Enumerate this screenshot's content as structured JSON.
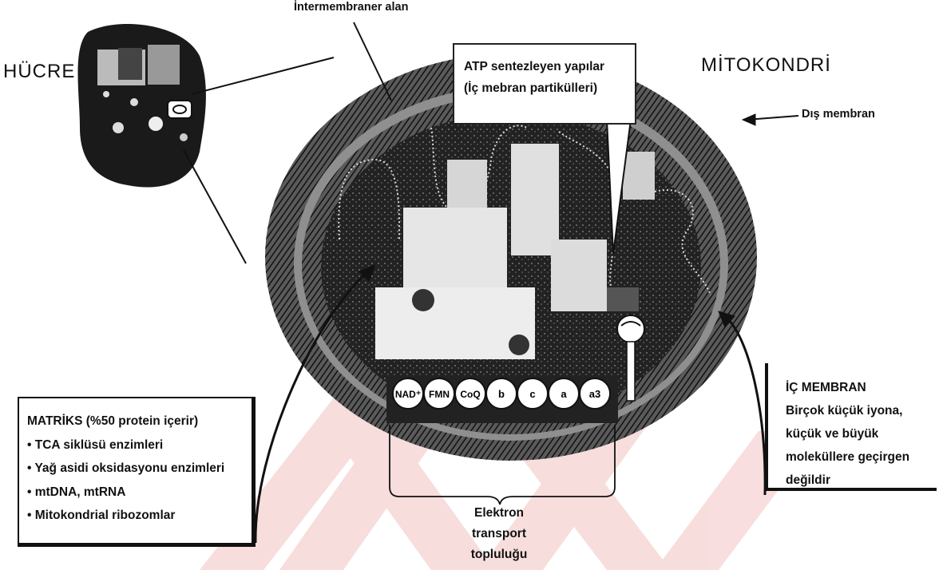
{
  "labels": {
    "intermembrane": "İntermembraner alan",
    "cell": "HÜCRE",
    "mito": "MİTOKONDRİ",
    "outer_membrane": "Dış membran",
    "atp_line1": "ATP sentezleyen yapılar",
    "atp_line2": "(İç mebran partikülleri)",
    "electron_transport": [
      "Elektron",
      "transport",
      "topluluğu"
    ]
  },
  "matrix": {
    "title": "MATRİKS (%50 protein içerir)",
    "items": [
      "• TCA siklüsü enzimleri",
      "• Yağ asidi oksidasyonu enzimleri",
      "• mtDNA, mtRNA",
      "• Mitokondrial ribozomlar"
    ]
  },
  "inner_membrane": {
    "title": "İÇ MEMBRAN",
    "lines": [
      "Birçok küçük iyona,",
      "küçük ve büyük",
      "moleküllere geçirgen",
      "değildir"
    ]
  },
  "etc_carriers": [
    "NAD⁺",
    "FMN",
    "CoQ",
    "b",
    "c",
    "a",
    "a3"
  ],
  "colors": {
    "watermark": "#f4c8c8",
    "membrane": "#2a2a2a",
    "matrix_dark": "#1c1c1c"
  }
}
